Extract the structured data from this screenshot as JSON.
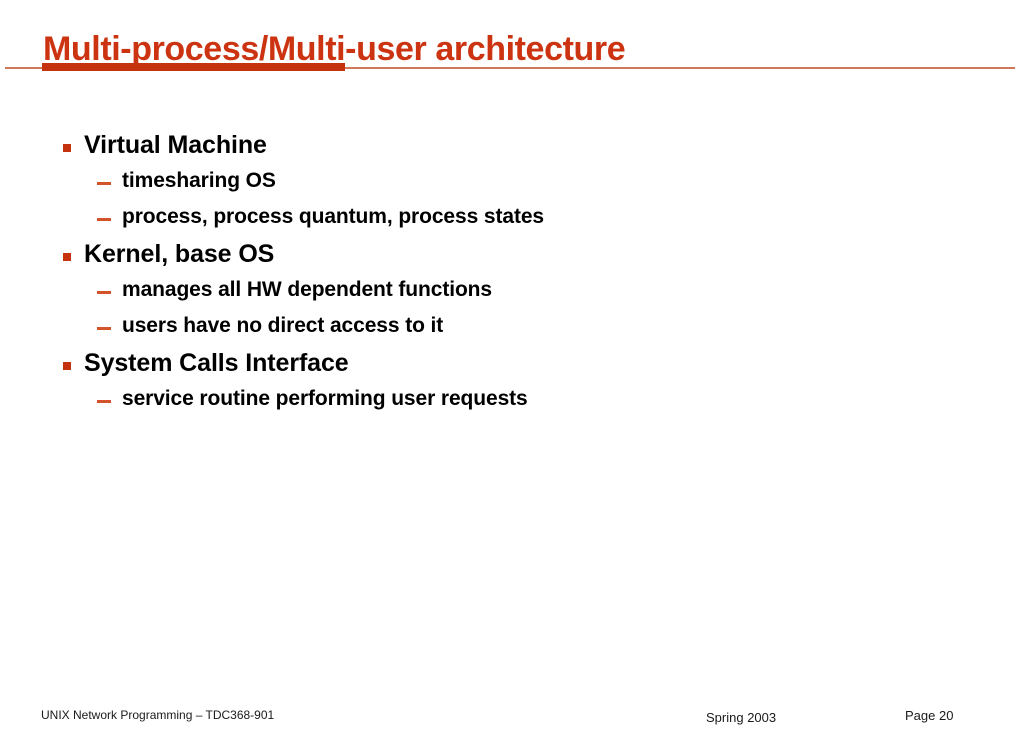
{
  "slide": {
    "title": "Multi-process/Multi-user architecture",
    "title_color": "#CC3311",
    "accent_bar_color": "#C4330D",
    "rule_color": "#D2785A",
    "body_text_color": "#000000"
  },
  "content": {
    "bullets": [
      {
        "level": 1,
        "marker": "square-bullet-icon",
        "text": "Virtual Machine"
      },
      {
        "level": 2,
        "marker": "dash-bullet-icon",
        "text": "timesharing OS"
      },
      {
        "level": 2,
        "marker": "dash-bullet-icon",
        "text": "process, process quantum, process states"
      },
      {
        "level": 1,
        "marker": "square-bullet-icon",
        "text": "Kernel, base OS"
      },
      {
        "level": 2,
        "marker": "dash-bullet-icon",
        "text": "manages all HW dependent functions"
      },
      {
        "level": 2,
        "marker": "dash-bullet-icon",
        "text": "users have no direct access to it"
      },
      {
        "level": 1,
        "marker": "square-bullet-icon",
        "text": "System Calls Interface"
      },
      {
        "level": 2,
        "marker": "dash-bullet-icon",
        "text": "service routine performing user requests"
      }
    ]
  },
  "footer": {
    "course": "UNIX Network Programming – TDC368-901",
    "term": "Spring 2003",
    "page": "Page 20"
  }
}
